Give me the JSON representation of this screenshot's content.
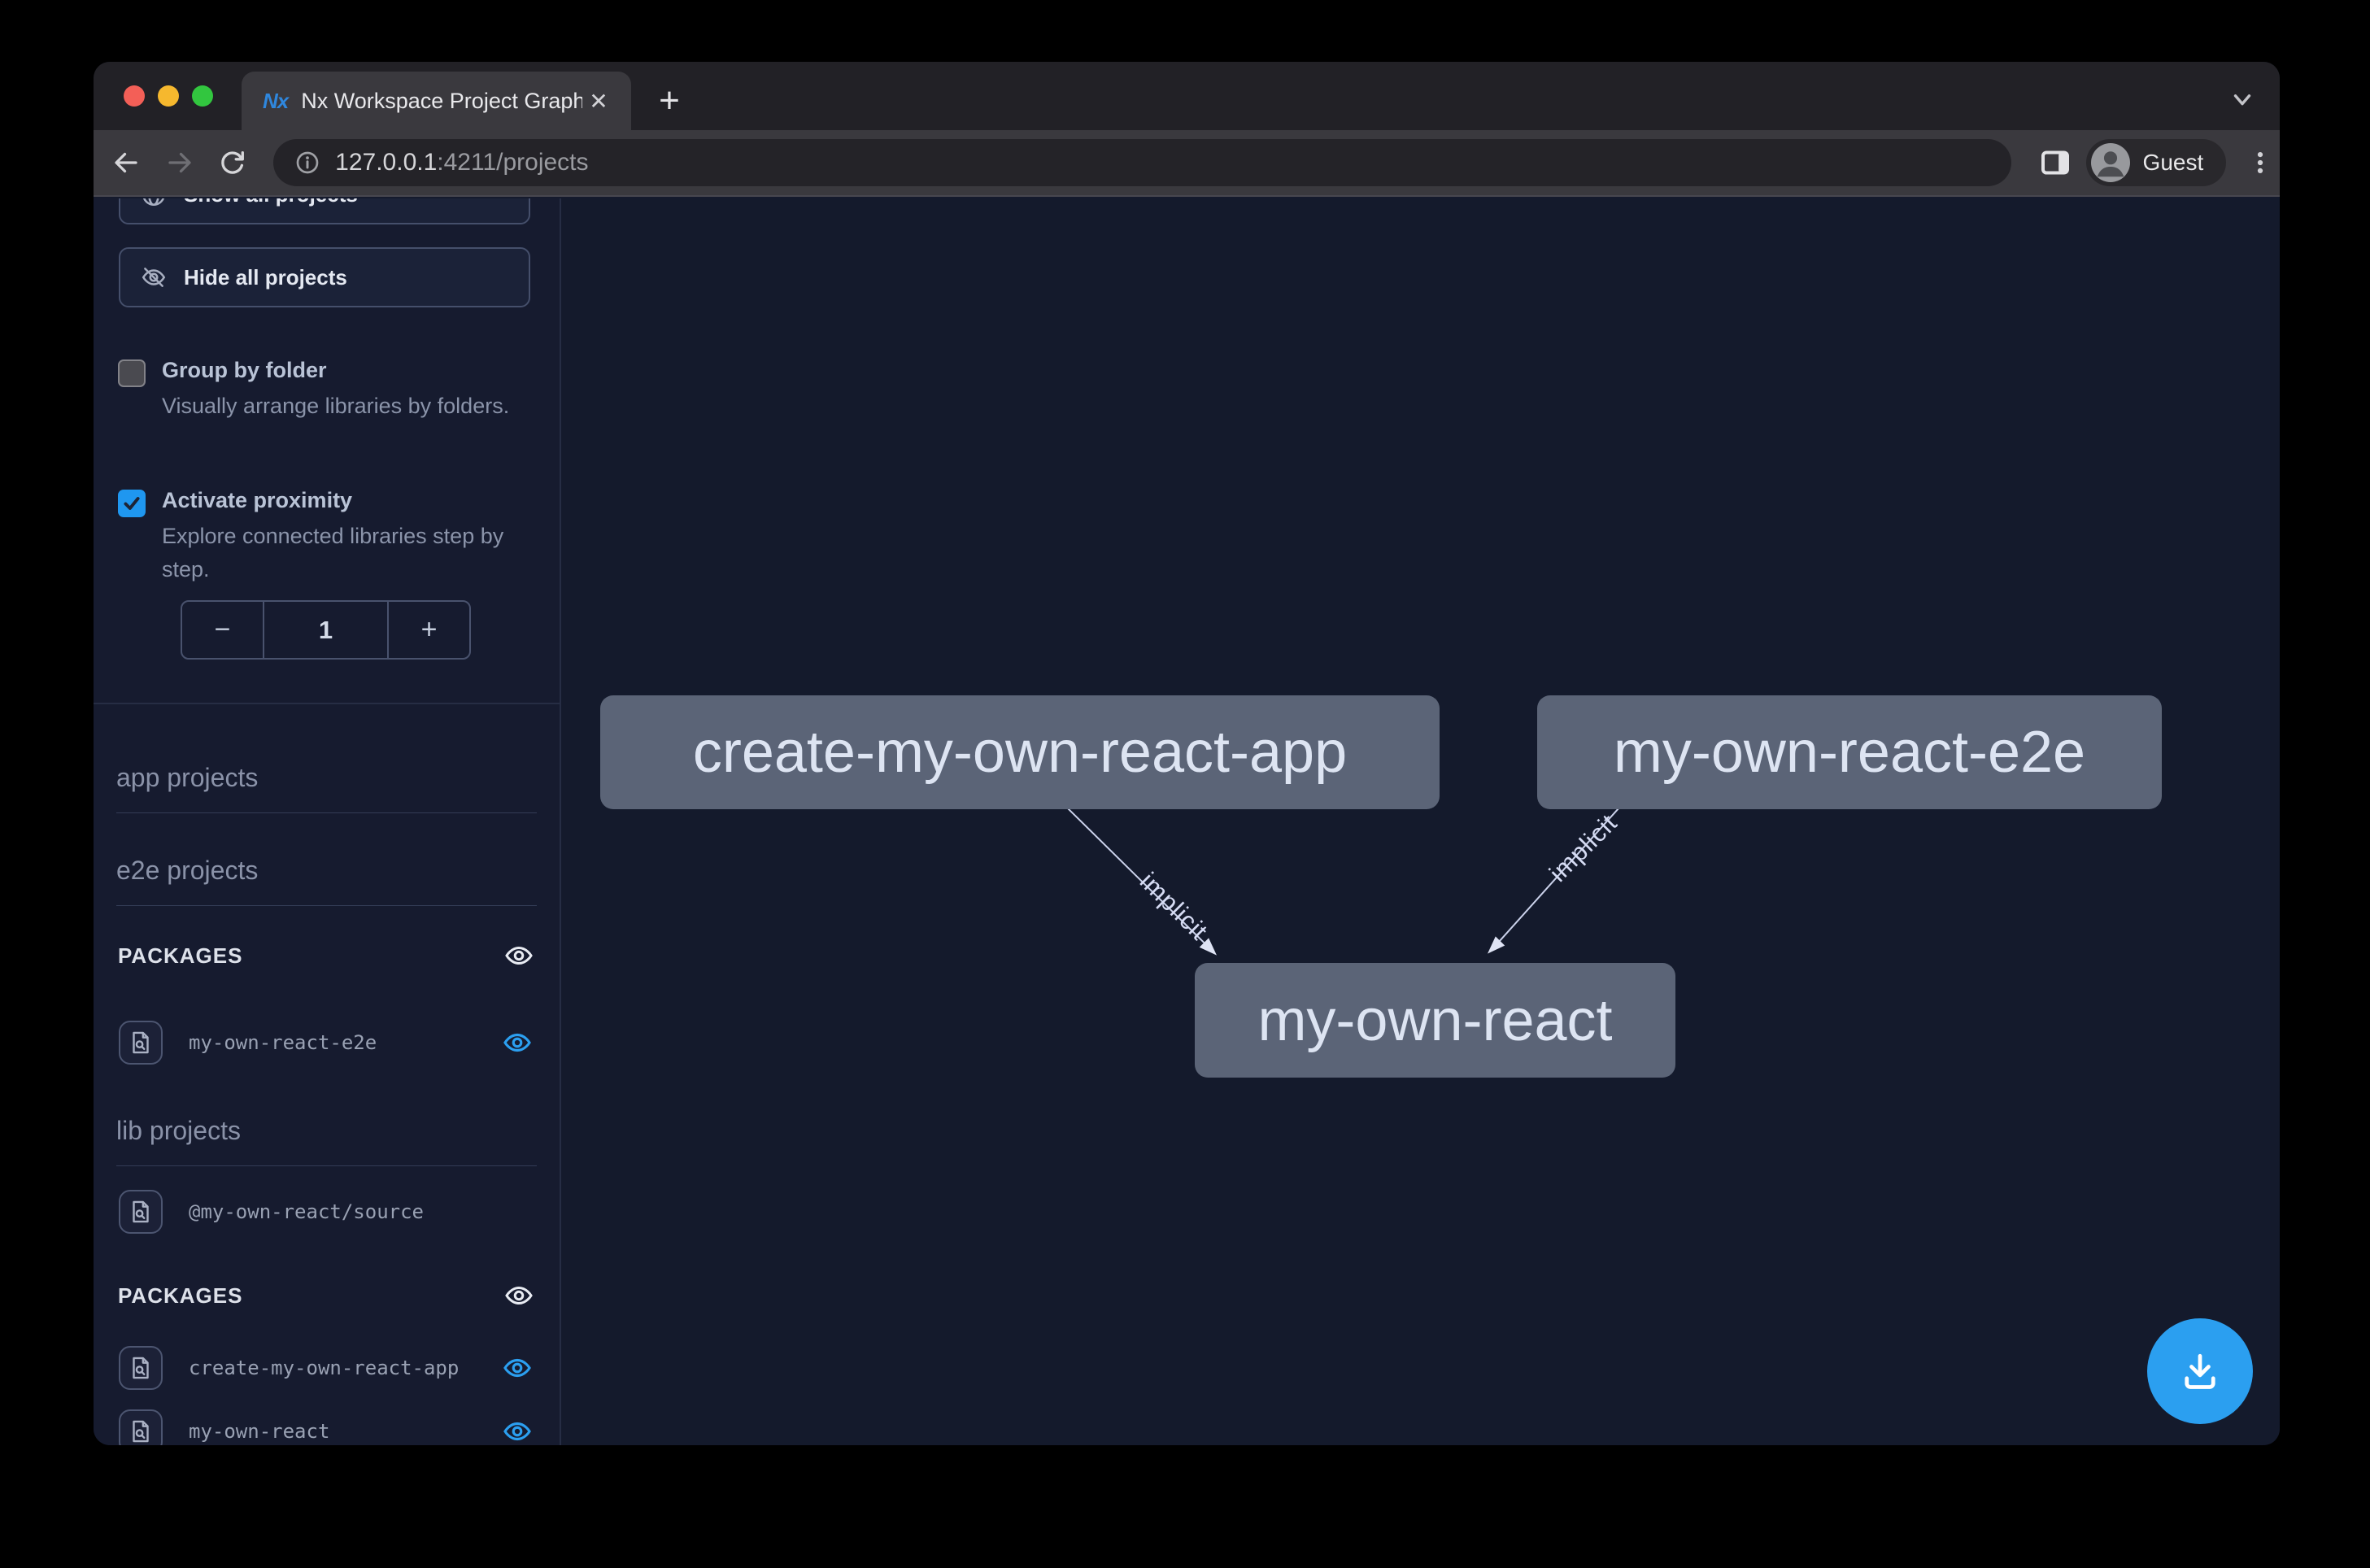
{
  "browser": {
    "tab_title": "Nx Workspace Project Graph",
    "tab_close": "✕",
    "new_tab": "+",
    "favicon_text": "Nx",
    "url": {
      "host": "127.0.0.1",
      "path": ":4211/projects"
    },
    "profile_label": "Guest"
  },
  "sidebar": {
    "show_all_label": "Show all projects",
    "hide_all_label": "Hide all projects",
    "group_by_folder": {
      "label": "Group by folder",
      "description": "Visually arrange libraries by folders.",
      "checked": false
    },
    "activate_proximity": {
      "label": "Activate proximity",
      "description": "Explore connected libraries step by step.",
      "checked": true
    },
    "proximity_stepper": {
      "decrement": "−",
      "value": "1",
      "increment": "+"
    },
    "headings": {
      "app": "app projects",
      "e2e": "e2e projects",
      "lib": "lib projects",
      "packages": "PACKAGES"
    },
    "projects": {
      "e2e_packages": [
        {
          "name": "my-own-react-e2e",
          "visible": true
        }
      ],
      "lib": [
        {
          "name": "@my-own-react/source",
          "visible": false
        }
      ],
      "lib_packages": [
        {
          "name": "create-my-own-react-app",
          "visible": true
        },
        {
          "name": "my-own-react",
          "visible": true
        }
      ]
    }
  },
  "graph": {
    "nodes": [
      {
        "label": "create-my-own-react-app"
      },
      {
        "label": "my-own-react-e2e"
      },
      {
        "label": "my-own-react"
      }
    ],
    "edges": [
      {
        "from": "create-my-own-react-app",
        "to": "my-own-react",
        "label": "implicit"
      },
      {
        "from": "my-own-react-e2e",
        "to": "my-own-react",
        "label": "implicit"
      }
    ]
  },
  "colors": {
    "accent_blue": "#2b9ff0",
    "node_fill": "#5b6477",
    "page_bg": "#151a2d",
    "checkbox_checked": "#1f97f0"
  }
}
